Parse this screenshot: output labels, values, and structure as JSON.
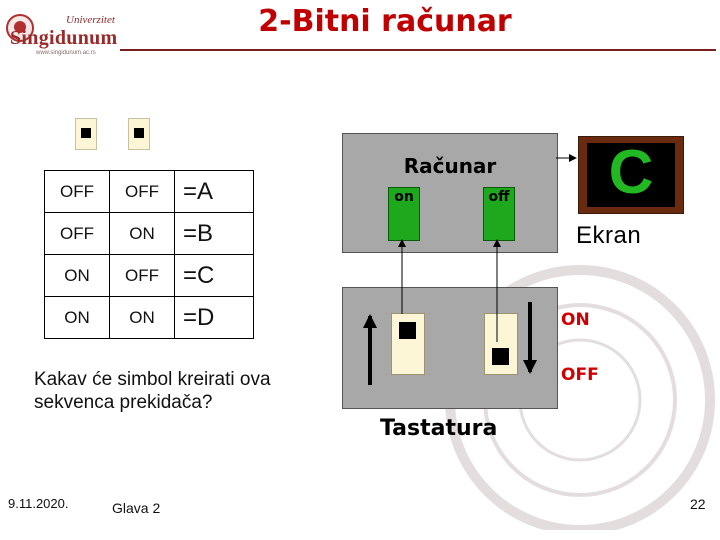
{
  "header": {
    "title": "2-Bitni računar",
    "logo_top": "Univerzitet",
    "logo_main": "Singidunum",
    "logo_url": "www.singidunum.ac.rs"
  },
  "table": {
    "rows": [
      {
        "b1": "OFF",
        "b2": "OFF",
        "symbol": "=A"
      },
      {
        "b1": "OFF",
        "b2": "ON",
        "symbol": "=B"
      },
      {
        "b1": "ON",
        "b2": "OFF",
        "symbol": "=C"
      },
      {
        "b1": "ON",
        "b2": "ON",
        "symbol": "=D"
      }
    ]
  },
  "question": "Kakav će simbol kreirati ova sekvenca prekidača?",
  "computer": {
    "label": "Računar",
    "led_on": "on",
    "led_off": "off"
  },
  "screen": {
    "char": "C",
    "label": "Ekran"
  },
  "keyboard": {
    "label": "Tastatura",
    "on_label": "ON",
    "off_label": "OFF"
  },
  "footer": {
    "date": "9.11.2020.",
    "chapter": "Glava 2",
    "page": "22"
  },
  "colors": {
    "title": "#c00000",
    "led": "#1ea81e",
    "screen_frame": "#6a2a10",
    "state_label": "#d00000"
  }
}
